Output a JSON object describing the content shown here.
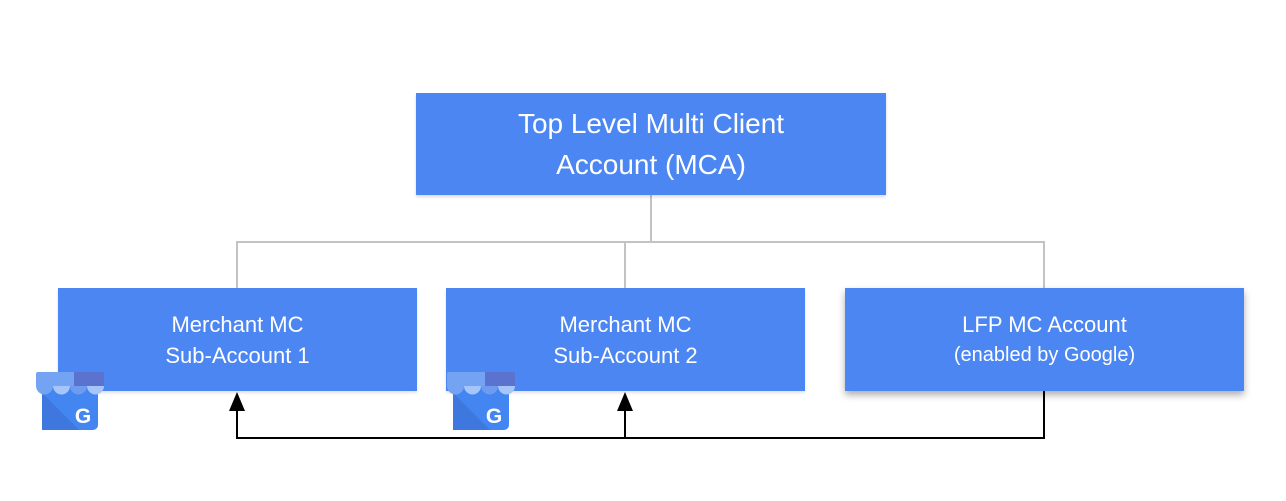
{
  "colors": {
    "box_blue": "#4c86f2",
    "box_text": "#ffffff",
    "connector_gray": "#c3c3c3",
    "arrow_black": "#000000",
    "icon_awning_light": "#74a3f3",
    "icon_awning_indigo": "#5b72ce",
    "icon_awning_pale": "#a6c5f8",
    "icon_body_blue": "#4385f1",
    "icon_fold_blue": "#3e78de"
  },
  "diagram": {
    "root": {
      "line1": "Top Level Multi Client",
      "line2": "Account (MCA)"
    },
    "children": [
      {
        "line1": "Merchant MC",
        "line2": "Sub-Account 1"
      },
      {
        "line1": "Merchant MC",
        "line2": "Sub-Account 2"
      },
      {
        "line1": "LFP MC Account",
        "line2": "(enabled by Google)"
      }
    ],
    "gmb_icon": {
      "name": "google-my-business-icon",
      "letter": "G"
    }
  }
}
